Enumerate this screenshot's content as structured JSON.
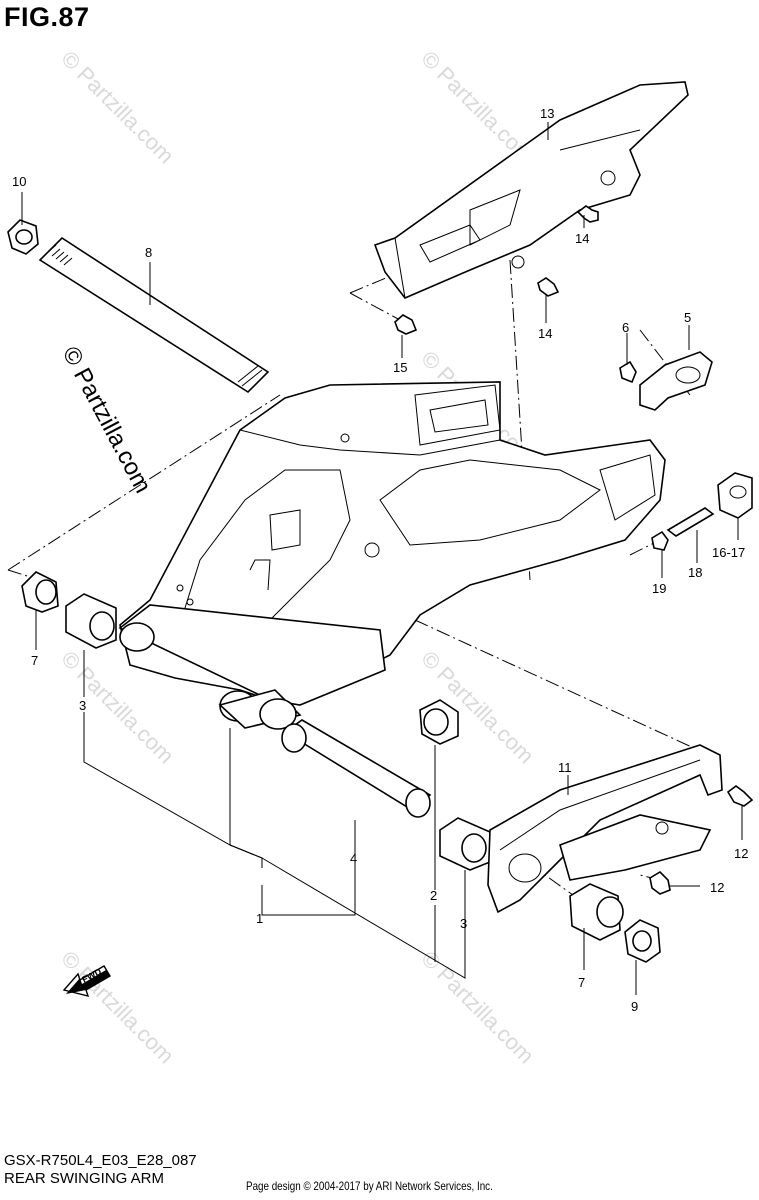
{
  "figure": {
    "title": "FIG.87",
    "model_code": "GSX-R750L4_E03_E28_087",
    "diagram_title": "REAR SWINGING ARM",
    "page_credit": "Page design © 2004-2017 by ARI Network Services, Inc.",
    "watermark": "© Partzilla.com",
    "fwd_label": "FWD"
  },
  "callouts": [
    {
      "label": "1"
    },
    {
      "label": "2"
    },
    {
      "label": "3"
    },
    {
      "label": "3"
    },
    {
      "label": "4"
    },
    {
      "label": "5"
    },
    {
      "label": "6"
    },
    {
      "label": "7"
    },
    {
      "label": "7"
    },
    {
      "label": "8"
    },
    {
      "label": "9"
    },
    {
      "label": "10"
    },
    {
      "label": "11"
    },
    {
      "label": "12"
    },
    {
      "label": "12"
    },
    {
      "label": "13"
    },
    {
      "label": "14"
    },
    {
      "label": "14"
    },
    {
      "label": "15"
    },
    {
      "label": "16-17"
    },
    {
      "label": "18"
    },
    {
      "label": "19"
    }
  ]
}
